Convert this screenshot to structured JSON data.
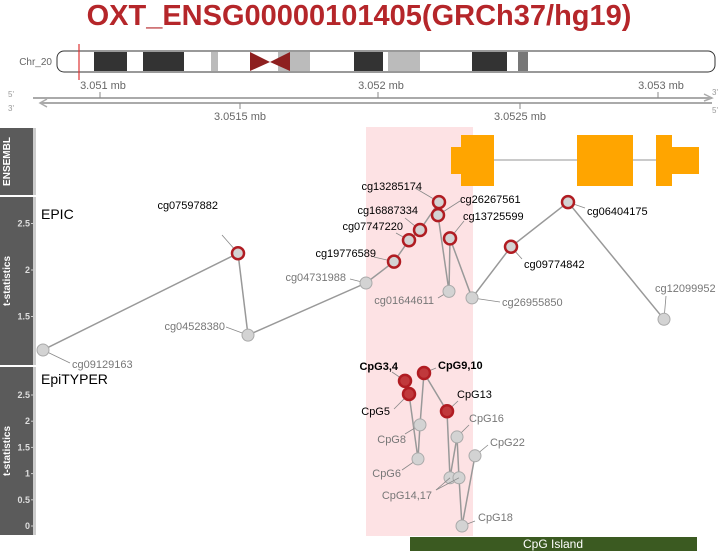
{
  "title": "OXT_ENSG00000101405(GRCh37/hg19)",
  "colors": {
    "title": "#b5262a",
    "highlight": "#b01c22",
    "point": "#d3d3d3",
    "region": "#fde2e4",
    "gene": "#ffa500",
    "cpg_island": "#3b5a21",
    "sidebar": "#5b5b5b"
  },
  "ideogram": {
    "label": "Chr_20"
  },
  "ruler": {
    "top_ticks": [
      "3.051 mb",
      "3.052 mb",
      "3.053 mb"
    ],
    "bottom_ticks": [
      "3.0515 mb",
      "3.0525 mb"
    ],
    "strand_top": [
      "5'",
      "3'"
    ],
    "strand_bottom": [
      "3'",
      "5'"
    ]
  },
  "tracks": {
    "ensembl": {
      "sidebar_label": "ENSEMBL"
    },
    "epic": {
      "sidebar_label": "t-statistics",
      "title": "EPIC",
      "y_ticks": [
        "2.5",
        "2",
        "1.5"
      ],
      "points": [
        {
          "id": "cg09129163",
          "t": 1.14,
          "significant": false
        },
        {
          "id": "cg07597882",
          "t": 2.18,
          "significant": true
        },
        {
          "id": "cg04528380",
          "t": 1.3,
          "significant": false
        },
        {
          "id": "cg04731988",
          "t": 1.86,
          "significant": false
        },
        {
          "id": "cg19776589",
          "t": 2.09,
          "significant": true
        },
        {
          "id": "cg07747220",
          "t": 2.32,
          "significant": true
        },
        {
          "id": "cg16887334",
          "t": 2.43,
          "significant": true
        },
        {
          "id": "cg13285174",
          "t": 2.73,
          "significant": true
        },
        {
          "id": "cg26267561",
          "t": 2.59,
          "significant": true
        },
        {
          "id": "cg01644611",
          "t": 1.77,
          "significant": false
        },
        {
          "id": "cg13725599",
          "t": 2.34,
          "significant": true
        },
        {
          "id": "cg26955850",
          "t": 1.7,
          "significant": false
        },
        {
          "id": "cg09774842",
          "t": 2.25,
          "significant": true
        },
        {
          "id": "cg06404175",
          "t": 2.73,
          "significant": true
        },
        {
          "id": "cg12099952",
          "t": 1.47,
          "significant": false
        }
      ]
    },
    "epityper": {
      "sidebar_label": "t-statistics",
      "title": "EpiTYPER",
      "y_ticks": [
        "2.5",
        "2",
        "1.5",
        "1",
        "0.5",
        "0"
      ],
      "points": [
        {
          "id": "CpG3,4",
          "t": 2.77,
          "significant": true
        },
        {
          "id": "CpG5",
          "t": 2.52,
          "significant": true
        },
        {
          "id": "CpG6",
          "t": 1.28,
          "significant": false
        },
        {
          "id": "CpG8",
          "t": 1.93,
          "significant": false
        },
        {
          "id": "CpG9,10",
          "t": 2.92,
          "significant": true
        },
        {
          "id": "CpG13",
          "t": 2.19,
          "significant": true
        },
        {
          "id": "CpG14",
          "t": 0.92,
          "significant": false
        },
        {
          "id": "CpG16",
          "t": 1.7,
          "significant": false
        },
        {
          "id": "CpG17",
          "t": 0.92,
          "significant": false
        },
        {
          "id": "CpG18",
          "t": 0.0,
          "significant": false
        },
        {
          "id": "CpG22",
          "t": 1.34,
          "significant": false
        }
      ],
      "combined_label": "CpG14,17"
    }
  },
  "cpg_island": {
    "label": "CpG Island"
  }
}
